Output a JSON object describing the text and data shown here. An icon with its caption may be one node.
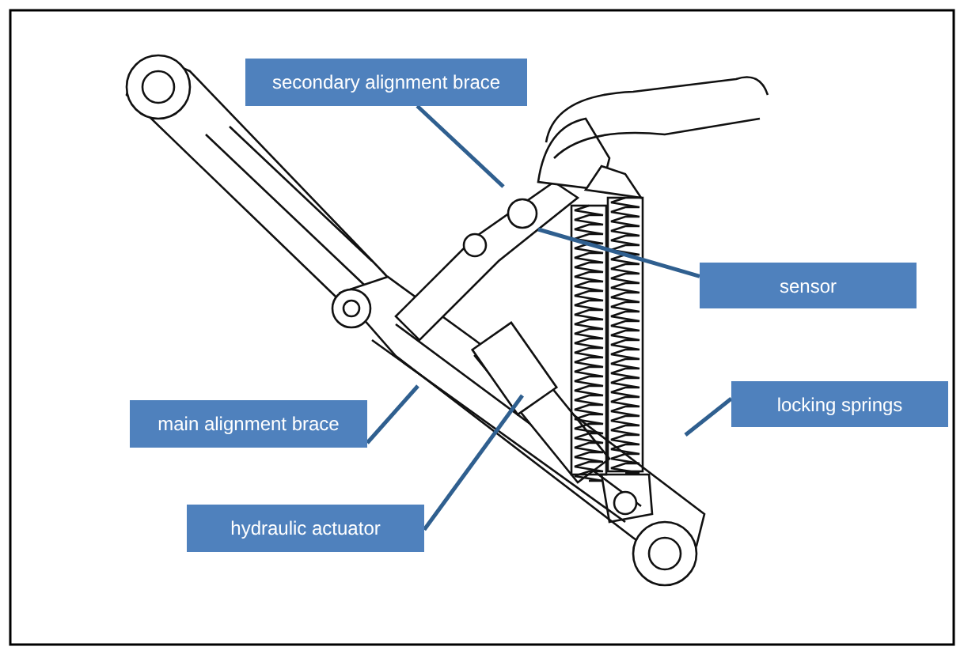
{
  "diagram": {
    "nodes": [
      {
        "text": [
          "secondary alignment brace"
        ]
      },
      {
        "text": [
          "sensor"
        ]
      },
      {
        "text": [
          "locking springs"
        ]
      },
      {
        "text": [
          "main alignment brace"
        ]
      },
      {
        "text": [
          "hydraulic actuator"
        ]
      }
    ],
    "edges": [
      {
        "from": 0,
        "to": null,
        "arrow": "none"
      },
      {
        "from": 1,
        "to": null,
        "arrow": "none"
      },
      {
        "from": 2,
        "to": null,
        "arrow": "none"
      },
      {
        "from": 3,
        "to": null,
        "arrow": "none"
      },
      {
        "from": 4,
        "to": null,
        "arrow": "none"
      }
    ]
  }
}
